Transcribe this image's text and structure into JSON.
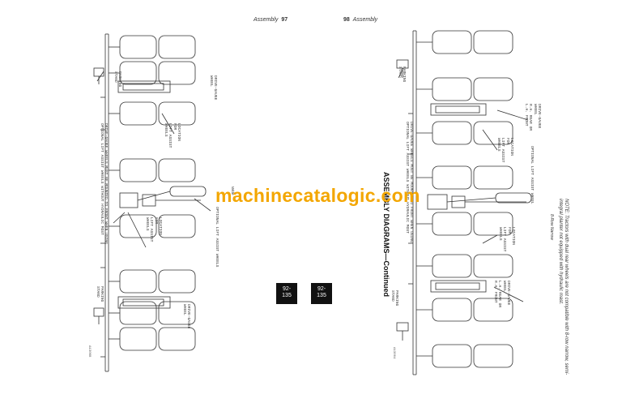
{
  "left_page": {
    "header_title": "Assembly",
    "header_page": "97",
    "labels": {
      "parking_stand_top": "PARKING\nSTAND",
      "drive_gauge_wheel_top": "DRIVE-GAUGE\nWHEEL",
      "location_lift_assist_top": "LOCATION\nFOR\nLIFT ASSIST\nWHEELS",
      "main_note": "DRIVE-GAUGE WHEELS MUST BE MOUNTED TO FRONT WHEN USING\nOPTIONAL LIFT ASSIST WHEELS WITHOUT HYDRAULIC MOST",
      "optional_lift_assist": "OPTIONAL LIFT ASSIST WHEELS",
      "location_lift_assist_bottom": "LOCATION\nFOR\nLIFT ASSIST\nWHEELS",
      "parking_stand_bottom": "PARKING\nSTAND",
      "drive_gauge_wheel_bottom": "DRIVE-GAUGE\nWHEEL",
      "wide": "Wide"
    },
    "figure_number": "A13068",
    "tab": "92-\n135"
  },
  "right_page": {
    "header_page": "98",
    "header_title": "Assembly",
    "labels": {
      "parking_stand_top": "PARKING\nSTAND",
      "drive_gauge_wheel_top": "DRIVE-GAUGE\nWHEEL\nR.H. REAR OR\nL.H. FRONT",
      "location_lift_assist_top": "LOCATION\nFOR\nLIFT ASSIST\nWHEELS",
      "main_note": "DRIVE-GAUGE WHEELS MUST BE MOUNTED TO FRONT WHEN USING\nOPTIONAL LIFT ASSIST WHEELS WITHOUT HYDRAULIC MOST",
      "optional_lift_assist": "OPTIONAL LIFT ASSIST WHEEL",
      "location_lift_assist_bottom": "LOCATION\nFOR\nLIFT ASSIST\nWHEELS",
      "drive_gauge_wheel_bottom": "DRIVE-GAUGE\nWHEEL\nL.H. REAR OR\nR.H. FRONT",
      "parking_stand_bottom": "PARKING\nSTAND"
    },
    "section_title": "ASSEMBLY DIAGRAMS—Continued",
    "figure_caption": "8-Row Narrow",
    "note": "NOTE: Tractors with dual rear wheels are not compatible with 8-row narrow, semi-integral planter not equipped with hydraulic mast.",
    "figure_number": "A13004",
    "tab": "92-\n135"
  },
  "watermark": "machinecatalogic.com"
}
